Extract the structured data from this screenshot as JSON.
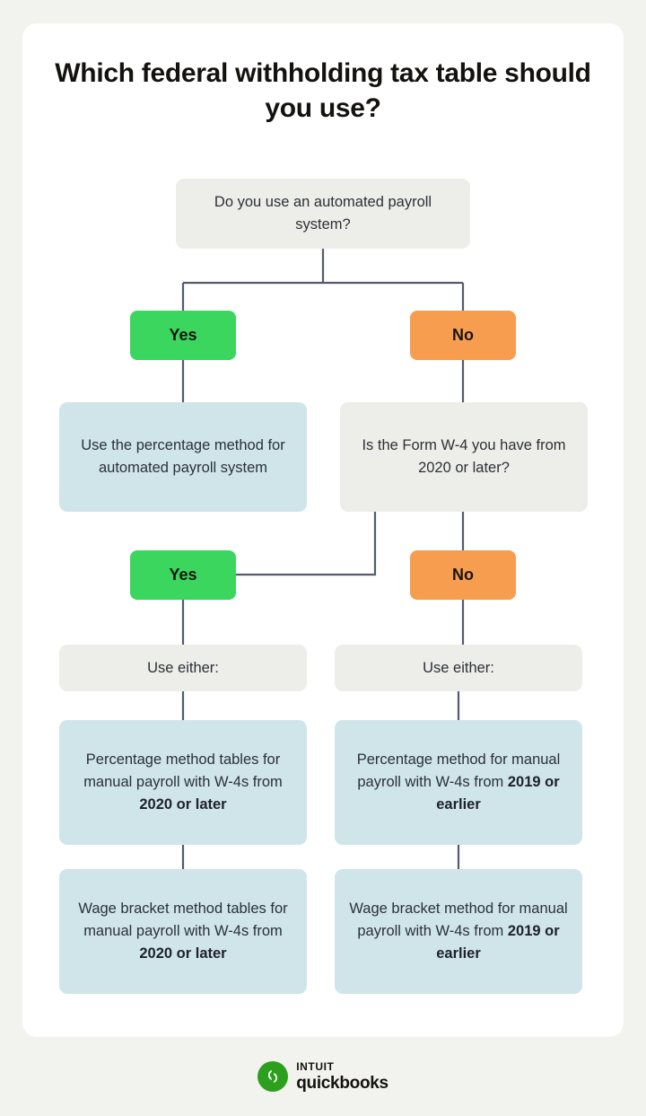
{
  "page": {
    "background_color": "#f2f2ee",
    "card_color": "#ffffff",
    "title": "Which federal withholding tax table should you use?"
  },
  "colors": {
    "green": "#3ad65e",
    "orange": "#f79d4f",
    "blue": "#cfe5ea",
    "gray": "#edede9",
    "connector": "#545b6b",
    "text": "#2c3038",
    "brand_green": "#2ca01c"
  },
  "chart_data": {
    "type": "diagram",
    "title": "Which federal withholding tax table should you use?",
    "nodes": [
      {
        "id": "q1",
        "kind": "question",
        "style": "gray",
        "text": "Do you use an automated payroll system?"
      },
      {
        "id": "q1-yes",
        "kind": "answer",
        "style": "green",
        "text": "Yes"
      },
      {
        "id": "q1-no",
        "kind": "answer",
        "style": "orange",
        "text": "No"
      },
      {
        "id": "r-auto",
        "kind": "result",
        "style": "blue",
        "text": "Use the percentage method for automated payroll system"
      },
      {
        "id": "q2",
        "kind": "question",
        "style": "gray",
        "text": "Is the Form W-4 you have from 2020 or later?"
      },
      {
        "id": "q2-yes",
        "kind": "answer",
        "style": "green",
        "text": "Yes"
      },
      {
        "id": "q2-no",
        "kind": "answer",
        "style": "orange",
        "text": "No"
      },
      {
        "id": "left-use",
        "kind": "label",
        "style": "gray",
        "text": "Use either:"
      },
      {
        "id": "right-use",
        "kind": "label",
        "style": "gray",
        "text": "Use either:"
      },
      {
        "id": "l-pct",
        "kind": "result",
        "style": "blue",
        "text": "Percentage method tables for manual payroll with W-4s from 2020 or later",
        "emphasis": "2020 or later"
      },
      {
        "id": "r-pct",
        "kind": "result",
        "style": "blue",
        "text": "Percentage method for manual payroll with W-4s from 2019 or earlier",
        "emphasis": "2019 or earlier"
      },
      {
        "id": "l-wage",
        "kind": "result",
        "style": "blue",
        "text": "Wage bracket method tables for manual payroll with W-4s from 2020 or later",
        "emphasis": "2020 or later"
      },
      {
        "id": "r-wage",
        "kind": "result",
        "style": "blue",
        "text": "Wage bracket method for manual payroll with W-4s from 2019 or earlier",
        "emphasis": "2019 or earlier"
      }
    ],
    "edges": [
      {
        "from": "q1",
        "to": "q1-yes"
      },
      {
        "from": "q1",
        "to": "q1-no"
      },
      {
        "from": "q1-yes",
        "to": "r-auto"
      },
      {
        "from": "q1-no",
        "to": "q2"
      },
      {
        "from": "q2",
        "to": "q2-yes",
        "label": "Yes"
      },
      {
        "from": "q2",
        "to": "q2-no",
        "label": "No"
      },
      {
        "from": "q2-yes",
        "to": "left-use"
      },
      {
        "from": "q2-no",
        "to": "right-use"
      },
      {
        "from": "left-use",
        "to": "l-pct"
      },
      {
        "from": "l-pct",
        "to": "l-wage"
      },
      {
        "from": "right-use",
        "to": "r-pct"
      },
      {
        "from": "r-pct",
        "to": "r-wage"
      }
    ]
  },
  "flow": {
    "q1": "Do you use an automated payroll system?",
    "q1_yes": "Yes",
    "q1_no": "No",
    "result_automated": "Use the percentage method for automated payroll system",
    "q2": "Is the Form W-4 you have from 2020 or later?",
    "q2_yes": "Yes",
    "q2_no": "No",
    "left_use_either": "Use either:",
    "right_use_either": "Use either:",
    "left_percentage_lead": "Percentage method tables for manual payroll with W-4s from ",
    "left_percentage_bold": "2020 or later",
    "right_percentage_lead": "Percentage method for manual payroll with W-4s from ",
    "right_percentage_bold": "2019 or earlier",
    "left_wage_lead": "Wage bracket method tables for manual payroll with W-4s from ",
    "left_wage_bold": "2020 or later",
    "right_wage_lead": "Wage bracket method for manual payroll with W-4s from ",
    "right_wage_bold": "2019 or earlier"
  },
  "footer": {
    "brand_top": "INTUIT",
    "brand_bottom": "quickbooks",
    "logo_icon": "quickbooks-qb-mark"
  }
}
